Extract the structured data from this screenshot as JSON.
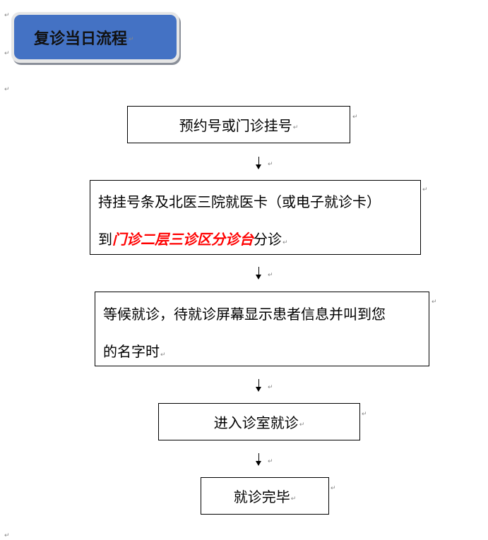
{
  "title": "复诊当日流程",
  "paragraph_mark": "↵",
  "steps": [
    {
      "text": "预约号或门诊挂号"
    },
    {
      "line1": "持挂号条及北医三院就医卡（或电子就诊卡）",
      "line2_prefix": "到",
      "line2_highlight": "门诊二层三诊区分诊台",
      "line2_suffix": "分诊"
    },
    {
      "line1": "等候就诊，待就诊屏幕显示患者信息并叫到您",
      "line2": "的名字时"
    },
    {
      "text": "进入诊室就诊"
    },
    {
      "text": "就诊完毕"
    }
  ],
  "colors": {
    "title_bg": "#4472c4",
    "title_frame": "#e6e6e6",
    "highlight": "#ff0000"
  }
}
